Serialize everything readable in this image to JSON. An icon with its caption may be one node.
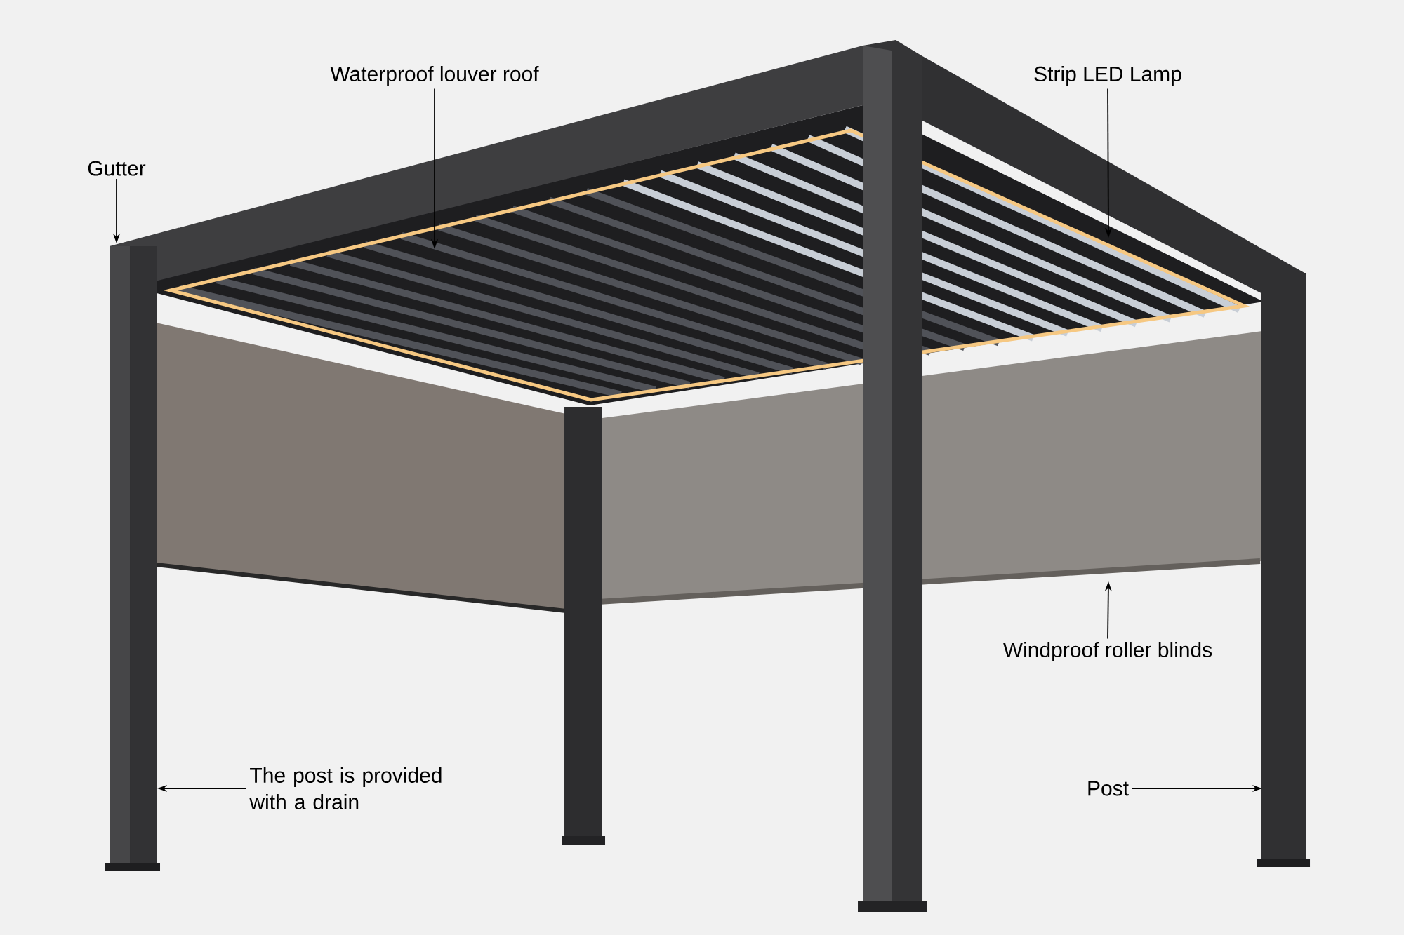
{
  "diagram": {
    "nodes": [
      {
        "text": [
          "Gutter"
        ]
      },
      {
        "text": [
          "Waterproof louver roof"
        ]
      },
      {
        "text": [
          "Strip LED Lamp"
        ]
      },
      {
        "text": [
          "Windproof roller blinds"
        ]
      },
      {
        "text": [
          "The post is provided with a drain"
        ]
      },
      {
        "text": [
          "Post"
        ]
      }
    ],
    "edges": [
      {
        "from": 0,
        "to": null,
        "arrow": "to"
      },
      {
        "from": 1,
        "to": null,
        "arrow": "to"
      },
      {
        "from": 2,
        "to": null,
        "arrow": "to"
      },
      {
        "from": 3,
        "to": null,
        "arrow": "to"
      },
      {
        "from": 4,
        "to": null,
        "arrow": "to"
      },
      {
        "from": 5,
        "to": null,
        "arrow": "to"
      }
    ]
  }
}
